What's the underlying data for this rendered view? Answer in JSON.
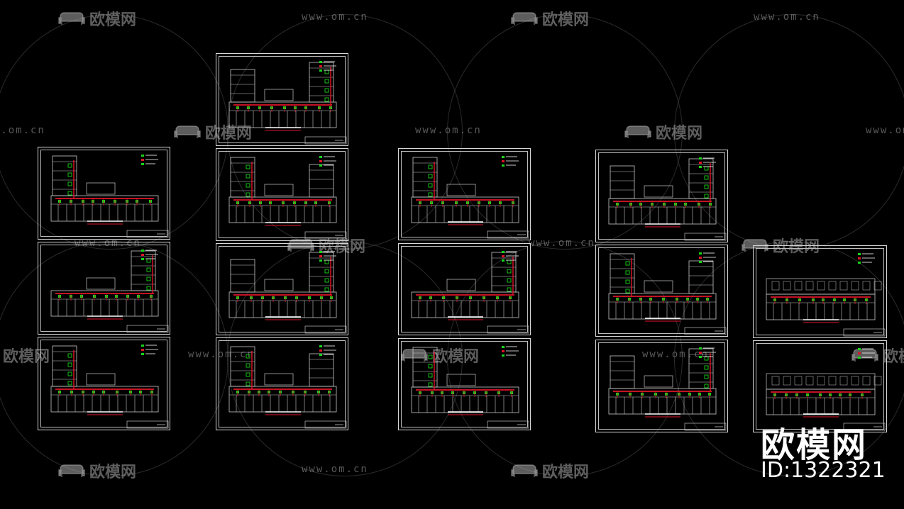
{
  "watermark": {
    "logo_text": "欧模网",
    "url_text": "www.om.cn",
    "icon": "sofa-logo-icon"
  },
  "brand": {
    "name": "欧模网",
    "id_label": "ID:1322321"
  },
  "colors": {
    "background": "#000000",
    "sheet_frame": "#d8d8d8",
    "wall": "#c8c8c8",
    "pipe": "#e0142a",
    "fixture": "#19d419",
    "watermark": "#9a9a9a"
  },
  "columns": [
    {
      "name": "column-1",
      "sheets": 3
    },
    {
      "name": "column-2",
      "sheets": 4
    },
    {
      "name": "column-3",
      "sheets": 3
    },
    {
      "name": "column-4",
      "sheets": 3
    },
    {
      "name": "column-5",
      "sheets": 2
    }
  ]
}
